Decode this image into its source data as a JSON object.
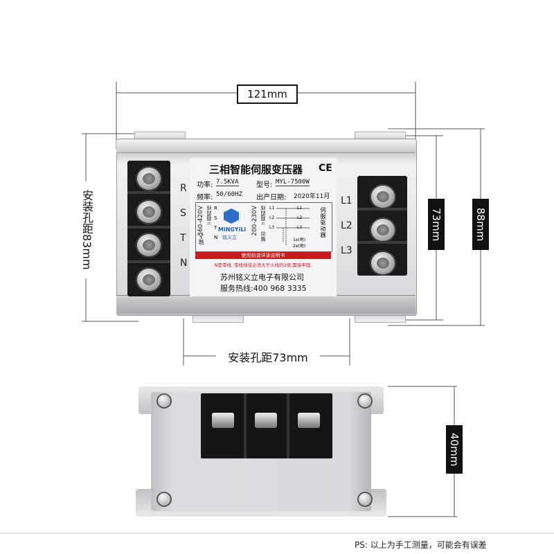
{
  "dimensions": {
    "width_top": "121mm",
    "mount_hole_left": "安装孔距83mm",
    "mount_hole_bottom": "安装孔距73mm",
    "inner_73": "73mm",
    "inner_88": "88mm",
    "height_40": "40mm"
  },
  "plate": {
    "title": "三相智能伺服变压器",
    "ce": "CE",
    "power_label": "功率:",
    "power_value": "7.5KVA",
    "model_label": "型号:",
    "model_value": "MYL-7500W",
    "freq_label": "频率:",
    "freq_value": "50/60HZ",
    "date_label": "出产日期:",
    "date_value": "2020年11月",
    "input_side": "三相四线",
    "input_label": "输入:",
    "input_voltage": "360-420V",
    "output_label": "输出:",
    "output_side": "三相四线",
    "output_voltage": "200-230V",
    "input_terms": [
      "R",
      "S",
      "T",
      "N"
    ],
    "output_terms": [
      "L1",
      "L2",
      "L3"
    ],
    "ground_1": "1e(地)",
    "ground_2": "2e(地)",
    "servo_text": "伺服驱动器",
    "brand": "MiNGYiLi",
    "brand_cn": "铭义立",
    "notice": "使用前请详读说明书",
    "warning": "N是零线, 零线线径必须大于火线的2倍,需接牢固.",
    "company": "苏州铭义立电子有限公司",
    "hotline": "服务热线:400 968 3335"
  },
  "terminal_labels_left": [
    "R",
    "S",
    "T",
    "N"
  ],
  "terminal_labels_right": [
    "L1",
    "L2",
    "L3"
  ],
  "footnote": "PS: 以上为手工测量，可能会有误差"
}
